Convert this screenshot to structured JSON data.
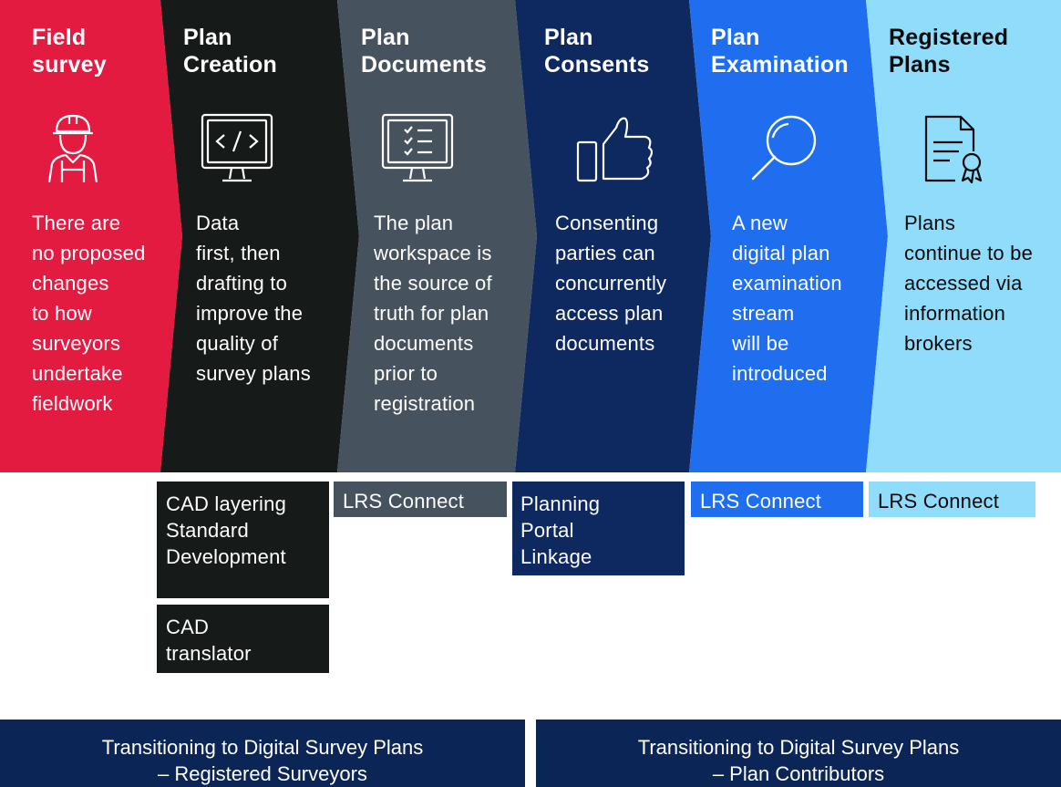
{
  "stages": [
    {
      "title": "Field\nsurvey",
      "icon": "surveyor-worker-icon",
      "description": "There are\nno proposed\nchanges\nto how\nsurveyors\nundertake\nfieldwork",
      "color": "#e31b41",
      "text_color": "#ffffff"
    },
    {
      "title": "Plan\nCreation",
      "icon": "code-monitor-icon",
      "description": "Data\nfirst, then\ndrafting to\nimprove the\nquality of\nsurvey plans",
      "color": "#161b19",
      "text_color": "#ffffff"
    },
    {
      "title": "Plan\nDocuments",
      "icon": "checklist-monitor-icon",
      "description": "The plan\nworkspace is\nthe source of\ntruth for plan\ndocuments\nprior to\nregistration",
      "color": "#47525f",
      "text_color": "#ffffff"
    },
    {
      "title": "Plan\nConsents",
      "icon": "thumbs-up-icon",
      "description": "Consenting\nparties can\nconcurrently\naccess plan\ndocuments",
      "color": "#0e2860",
      "text_color": "#ffffff"
    },
    {
      "title": "Plan\nExamination",
      "icon": "magnifier-icon",
      "description": "A new\ndigital plan\nexamination\nstream\nwill be\nintroduced",
      "color": "#1f6ef0",
      "text_color": "#ffffff"
    },
    {
      "title": "Registered\nPlans",
      "icon": "certificate-document-icon",
      "description": "Plans\ncontinue to be\naccessed via\ninformation\nbrokers",
      "color": "#8fdcfb",
      "text_color": "#0a0a0a"
    }
  ],
  "tags": [
    {
      "text": "CAD layering\nStandard\nDevelopment",
      "stage": "Plan Creation",
      "color": "#161b19",
      "text_color": "#ffffff"
    },
    {
      "text": "CAD\ntranslator",
      "stage": "Plan Creation",
      "color": "#161b19",
      "text_color": "#ffffff"
    },
    {
      "text": "LRS Connect",
      "stage": "Plan Documents",
      "color": "#47525f",
      "text_color": "#ffffff"
    },
    {
      "text": "Planning\nPortal\nLinkage",
      "stage": "Plan Consents",
      "color": "#0e2860",
      "text_color": "#ffffff"
    },
    {
      "text": "LRS Connect",
      "stage": "Plan Examination",
      "color": "#1f6ef0",
      "text_color": "#ffffff"
    },
    {
      "text": "LRS Connect",
      "stage": "Registered Plans",
      "color": "#8fdcfb",
      "text_color": "#0a0a0a"
    }
  ],
  "footers": [
    {
      "text": "Transitioning to Digital Survey Plans\n– Registered Surveyors"
    },
    {
      "text": "Transitioning to Digital Survey Plans\n– Plan Contributors"
    }
  ]
}
